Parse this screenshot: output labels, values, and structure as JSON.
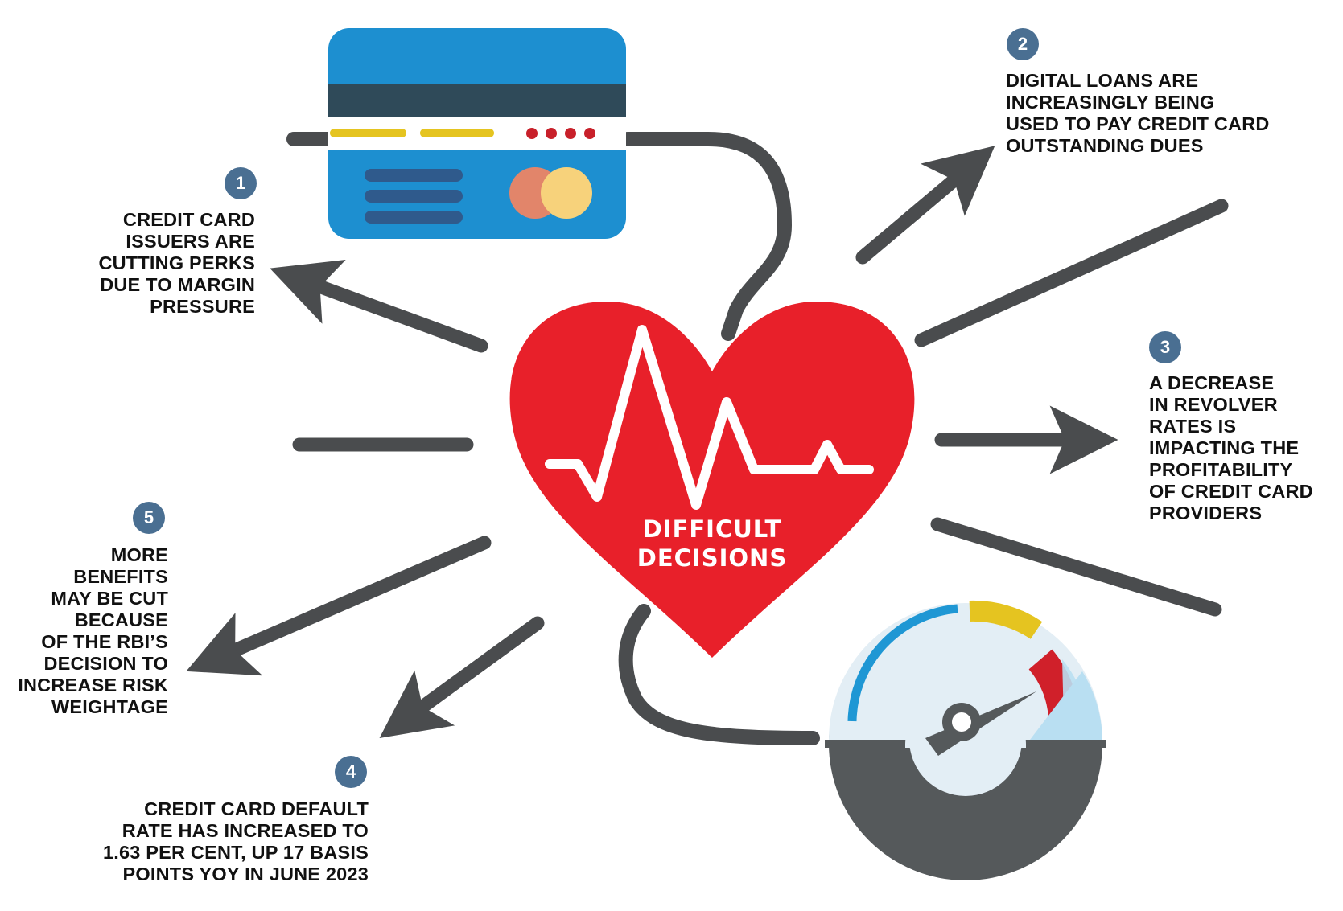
{
  "center": {
    "title_line1": "DIFFICULT",
    "title_line2": "DECISIONS"
  },
  "callouts": [
    {
      "number": "1",
      "lines": [
        "CREDIT CARD",
        "ISSUERS ARE",
        "CUTTING PERKS",
        "DUE TO MARGIN",
        "PRESSURE"
      ]
    },
    {
      "number": "2",
      "lines": [
        "DIGITAL LOANS ARE",
        "INCREASINGLY BEING",
        "USED TO PAY CREDIT CARD",
        "OUTSTANDING DUES"
      ]
    },
    {
      "number": "3",
      "lines": [
        "A DECREASE",
        "IN REVOLVER",
        "RATES IS",
        "IMPACTING THE",
        "PROFITABILITY",
        "OF CREDIT CARD",
        "PROVIDERS"
      ]
    },
    {
      "number": "4",
      "lines": [
        "CREDIT CARD DEFAULT",
        "RATE HAS INCREASED TO",
        "1.63 PER CENT, UP 17 BASIS",
        "POINTS YOY IN JUNE 2023"
      ]
    },
    {
      "number": "5",
      "lines": [
        "MORE",
        "BENEFITS",
        "MAY BE CUT",
        "BECAUSE",
        "OF THE RBI’S",
        "DECISION TO",
        "INCREASE RISK",
        "WEIGHTAGE"
      ]
    }
  ],
  "icons": {
    "card": "credit-card-icon",
    "heart": "heart-icon",
    "pulse": "heartbeat-pulse-icon",
    "gauge": "pressure-gauge-icon"
  },
  "colors": {
    "heart_red": "#e8202a",
    "card_blue": "#1d8fd0",
    "stripe_dark": "#2f4a59",
    "badge_blue": "#4a6f92",
    "arrow_gray": "#4a4c4e",
    "gauge_dark": "#55595b",
    "gauge_face": "#e3eef5",
    "gauge_blue": "#1f97d4",
    "gauge_yellow": "#e5c420",
    "gauge_red": "#d0202a"
  }
}
